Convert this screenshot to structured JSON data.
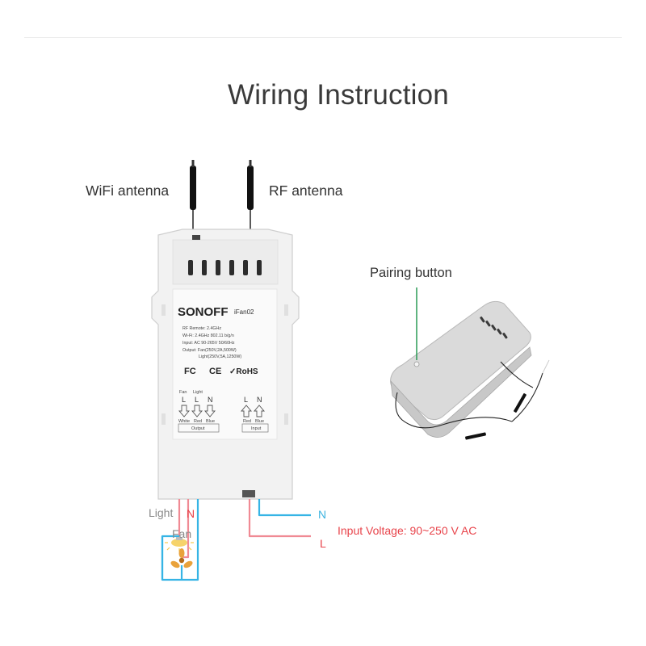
{
  "page": {
    "title": "Wiring Instruction"
  },
  "labels": {
    "wifi_antenna": "WiFi antenna",
    "rf_antenna": "RF antenna",
    "pairing_button": "Pairing button",
    "light": "Light",
    "fan": "Fan",
    "n_output": "N",
    "n_input": "N",
    "l_input": "L",
    "input_voltage": "Input Voltage: 90~250 V AC"
  },
  "device": {
    "brand": "SONOFF",
    "model": "iFan02",
    "specs": [
      "RF Remote: 2.4GHz",
      "Wi-Fi: 2.4GHz  802.11 b/g/n",
      "Input: AC 90-265V  50/60Hz",
      "Output: Fan(250V,2A,500W)",
      "Light(250V,5A,1250W)"
    ],
    "certifications": [
      "FC",
      "CE",
      "✓RoHS"
    ],
    "output_group": {
      "top_labels": [
        "Fan",
        "Light"
      ],
      "terminals": [
        "L",
        "L",
        "N"
      ],
      "wires": [
        "White",
        "Red",
        "Blue"
      ],
      "caption": "Output"
    },
    "input_group": {
      "terminals": [
        "L",
        "N"
      ],
      "wires": [
        "Red",
        "Blue"
      ],
      "caption": "Input"
    }
  },
  "colors": {
    "live_wire": "#f08a94",
    "neutral_wire": "#36b4e5",
    "device_body": "#f2f2f2",
    "remote_body": "#d9d9d9",
    "pairing_line": "#2a9a55",
    "antenna": "#111111"
  },
  "icons": [
    "lightbulb-icon",
    "fan-icon"
  ]
}
